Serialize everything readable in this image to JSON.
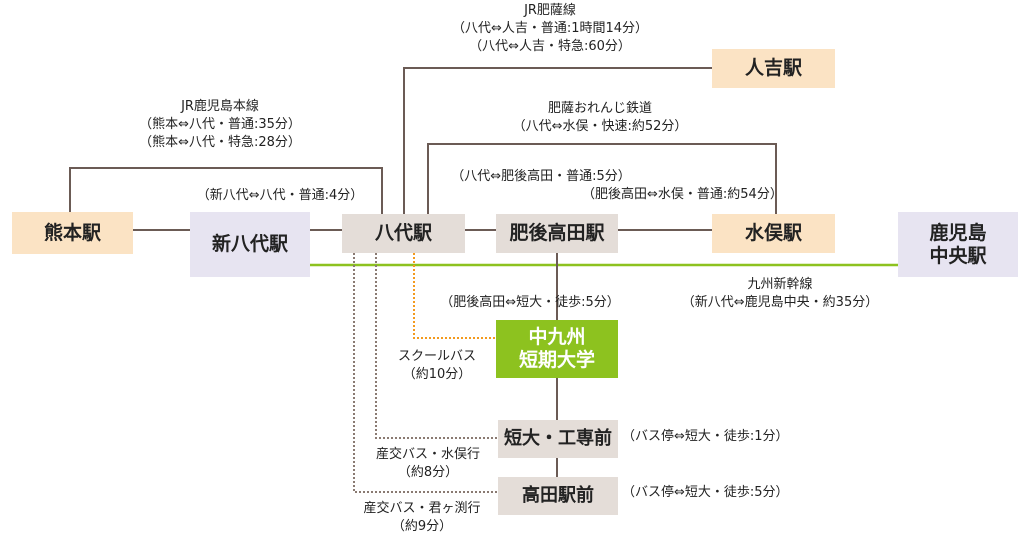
{
  "stations": {
    "kumamoto": "熊本駅",
    "shinyatsushiro": "新八代駅",
    "yatsushiro": "八代駅",
    "higotakata": "肥後高田駅",
    "minamata": "水俣駅",
    "kagoshima": [
      "鹿児島",
      "中央駅"
    ],
    "hitoyoshi": "人吉駅",
    "college": [
      "中九州",
      "短期大学"
    ],
    "tandai_kosenmae": "短大・工専前",
    "takata_ekimae": "高田駅前"
  },
  "routes": {
    "jr_hisatsu": {
      "name": "JR肥薩線",
      "lines": [
        "（八代⇔人吉・普通:1時間14分）",
        "（八代⇔人吉・特急:60分）"
      ]
    },
    "jr_kagoshima": {
      "name": "JR鹿児島本線",
      "lines": [
        "（熊本⇔八代・普通:35分）",
        "（熊本⇔八代・特急:28分）"
      ]
    },
    "hisatsu_orange": {
      "name": "肥薩おれんじ鉄道",
      "lines": [
        "（八代⇔水俣・快速:約52分）"
      ]
    },
    "shin_local": "（新八代⇔八代・普通:4分）",
    "orange_higotakata": "（八代⇔肥後高田・普通:5分）",
    "orange_minamata": "（肥後高田⇔水俣・普通:約54分）",
    "shinkansen": {
      "name": "九州新幹線",
      "lines": [
        "（新八代⇔鹿児島中央・約35分）"
      ]
    },
    "walk_higotakata": "（肥後高田⇔短大・徒歩:5分）",
    "school_bus": [
      "スクールバス",
      "（約10分）"
    ],
    "sanko_minamata": [
      "産交バス・水俣行",
      "（約8分）"
    ],
    "sanko_kimigase": [
      "産交バス・君ヶ渕行",
      "（約9分）"
    ],
    "walk_tandai": "（バス停⇔短大・徒歩:1分）",
    "walk_takata": "（バス停⇔短大・徒歩:5分）"
  },
  "colors": {
    "peach": "#fbe3c4",
    "gray": "#e4ddd8",
    "lavender": "#e7e4f1",
    "green": "#8dc21f",
    "shinkansen_line": "#8dc21f",
    "school_bus_line": "#f39a1e",
    "rail_line": "#6b5b55",
    "bus_line": "#8a7a72"
  }
}
